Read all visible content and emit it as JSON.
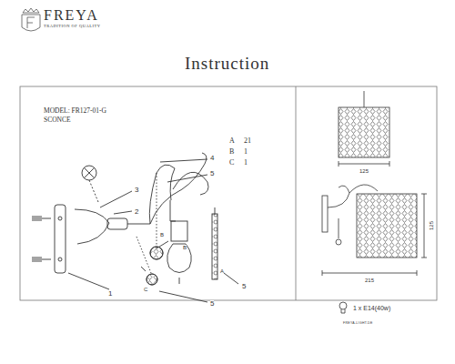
{
  "diagram": {
    "title": "Instruction",
    "labels": [
      "FREYA",
      "TRADITION OF QUALITY",
      "MODEL: FR127-01-G",
      "SCONCE",
      "A",
      "21",
      "B",
      "1",
      "C",
      "1",
      "1",
      "2",
      "3",
      "4",
      "5",
      "5",
      "5",
      "B",
      "B",
      "C",
      "A",
      "125",
      "125",
      "215",
      "1 x E14(40w)",
      "FREYA-LIGHT.DE"
    ]
  }
}
